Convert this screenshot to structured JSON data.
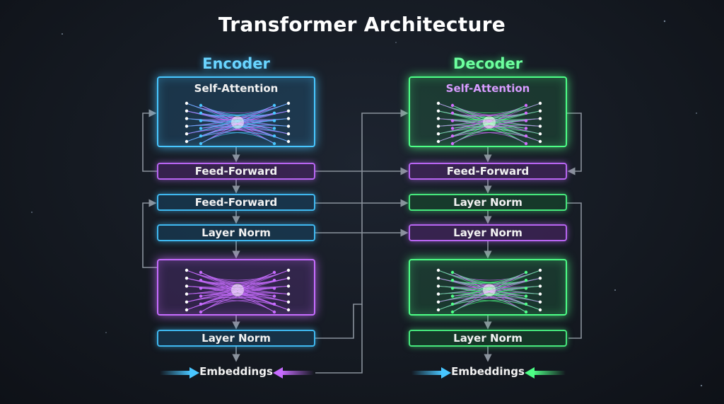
{
  "title": "Transformer Architecture",
  "encoder": {
    "heading": "Encoder",
    "self_attention_label": "Self-Attention",
    "feed_forward_1": "Feed-Forward",
    "feed_forward_2": "Feed-Forward",
    "layer_norm_1": "Layer Norm",
    "layer_norm_2": "Layer Norm",
    "embeddings": "Embeddings"
  },
  "decoder": {
    "heading": "Decoder",
    "self_attention_label": "Self-Attention",
    "feed_forward": "Feed-Forward",
    "layer_norm_1": "Layer Norm",
    "layer_norm_2": "Layer Norm",
    "layer_norm_3": "Layer Norm",
    "embeddings": "Embeddings"
  },
  "colors": {
    "blue": "#48c6ff",
    "purple": "#c76cff",
    "green": "#4dff86",
    "connector": "#8a929c"
  }
}
